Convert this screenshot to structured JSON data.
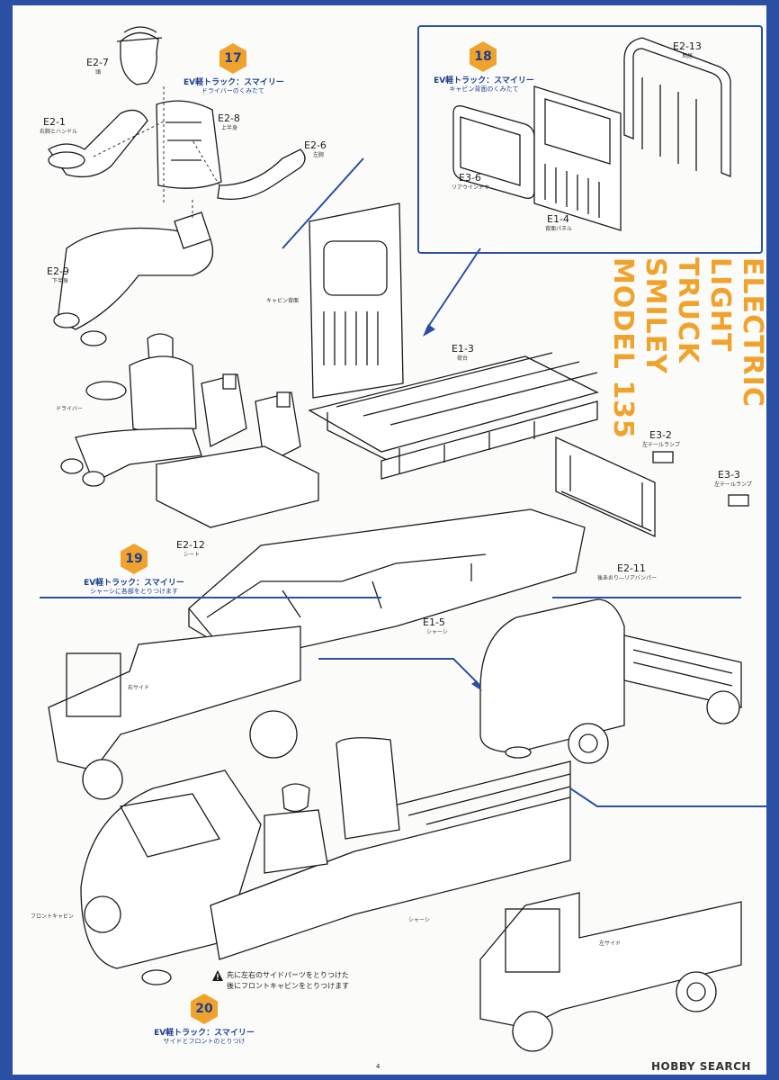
{
  "page": {
    "page_number": "4",
    "watermark": "HOBBY SEARCH"
  },
  "title": {
    "lines": [
      "ELECTRIC",
      "LIGHT",
      "TRUCK",
      "SMILEY",
      "MODEL 135"
    ]
  },
  "steps": [
    {
      "number": "17",
      "title": "EV軽トラック：スマイリー",
      "subtitle": "ドライバーのくみたて"
    },
    {
      "number": "18",
      "title": "EV軽トラック：スマイリー",
      "subtitle": "キャビン背面のくみたて"
    },
    {
      "number": "19",
      "title": "EV軽トラック：スマイリー",
      "subtitle": "シャーシに各部をとりつけます"
    },
    {
      "number": "20",
      "title": "EV軽トラック：スマイリー",
      "subtitle": "サイドとフロントのとりつけ"
    }
  ],
  "parts": {
    "e2_7": {
      "code": "E2-7",
      "name": "頭"
    },
    "e2_1": {
      "code": "E2-1",
      "name": "右腕とハンドル"
    },
    "e2_8": {
      "code": "E2-8",
      "name": "上半身"
    },
    "e2_6": {
      "code": "E2-6",
      "name": "左腕"
    },
    "e2_9": {
      "code": "E2-9",
      "name": "下半身"
    },
    "driver": {
      "name": "ドライバー"
    },
    "e2_13": {
      "code": "E2-13",
      "name": "鳥居"
    },
    "e3_6": {
      "code": "E3-6",
      "name": "リアウインドウ"
    },
    "e1_4": {
      "code": "E1-4",
      "name": "背面パネル"
    },
    "cabin_back": {
      "name": "キャビン背面"
    },
    "e1_3": {
      "code": "E1-3",
      "name": "荷台"
    },
    "e3_2": {
      "code": "E3-2",
      "name": "左テールランプ"
    },
    "e3_3": {
      "code": "E3-3",
      "name": "左テールランプ"
    },
    "e2_12": {
      "code": "E2-12",
      "name": "シート"
    },
    "e2_11": {
      "code": "E2-11",
      "name": "後あおり―リアバンパー"
    },
    "e1_5": {
      "code": "E1-5",
      "name": "シャーシ"
    },
    "right_side": {
      "name": "右サイド"
    },
    "left_side": {
      "name": "左サイド"
    },
    "front_cabin": {
      "name": "フロントキャビン"
    },
    "chassis": {
      "name": "シャーシ"
    }
  },
  "note": {
    "line1": "先に左右のサイドパーツをとりつけた",
    "line2": "後にフロントキャビンをとりつけます"
  },
  "colors": {
    "border": "#2b4fa3",
    "accent": "#f0a32c",
    "ink": "#1a1a1a"
  }
}
